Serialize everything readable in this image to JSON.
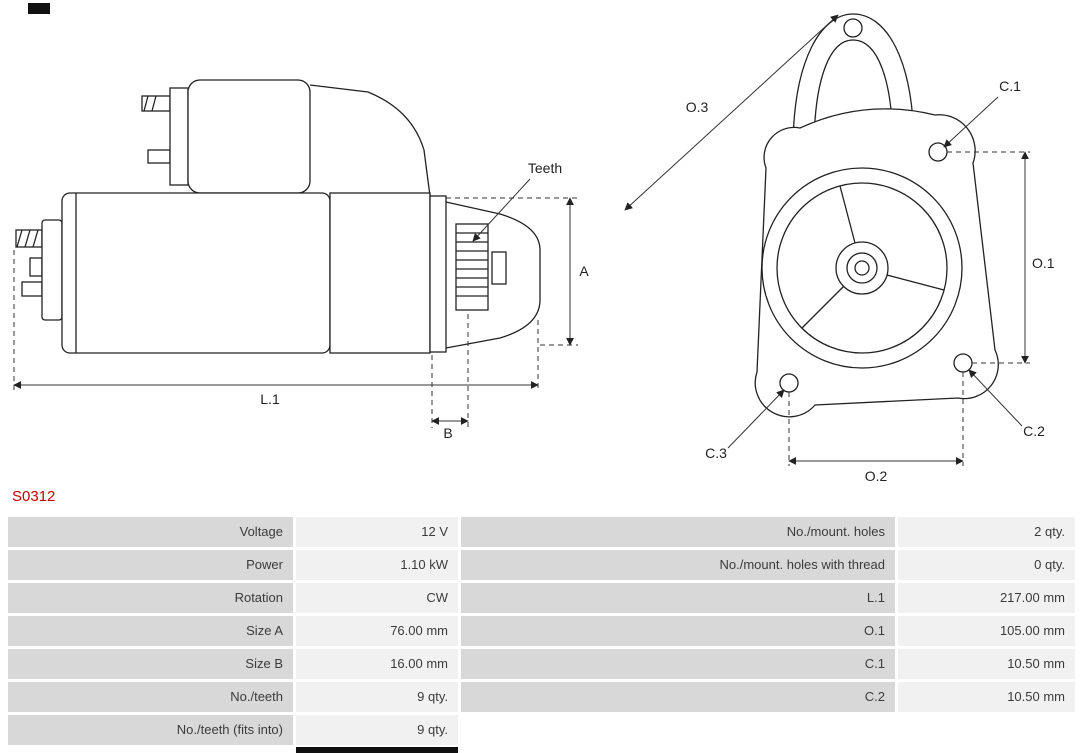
{
  "header": {
    "part_number": "S0312"
  },
  "diagram": {
    "side_view_labels": {
      "teeth": "Teeth",
      "a": "A",
      "b": "B",
      "l1": "L.1"
    },
    "front_view_labels": {
      "o1": "O.1",
      "o2": "O.2",
      "o3": "O.3",
      "c1": "C.1",
      "c2": "C.2",
      "c3": "C.3"
    }
  },
  "table": {
    "rows": [
      {
        "left_label": "Voltage",
        "left_value": "12 V",
        "right_label": "No./mount. holes",
        "right_value": "2 qty."
      },
      {
        "left_label": "Power",
        "left_value": "1.10 kW",
        "right_label": "No./mount. holes with thread",
        "right_value": "0 qty."
      },
      {
        "left_label": "Rotation",
        "left_value": "CW",
        "right_label": "L.1",
        "right_value": "217.00 mm"
      },
      {
        "left_label": "Size A",
        "left_value": "76.00 mm",
        "right_label": "O.1",
        "right_value": "105.00 mm"
      },
      {
        "left_label": "Size B",
        "left_value": "16.00 mm",
        "right_label": "C.1",
        "right_value": "10.50 mm"
      },
      {
        "left_label": "No./teeth",
        "left_value": "9 qty.",
        "right_label": "C.2",
        "right_value": "10.50 mm"
      },
      {
        "left_label": "No./teeth (fits into)",
        "left_value": "9 qty.",
        "right_label": "",
        "right_value": ""
      }
    ]
  },
  "colors": {
    "part_number": "#c80000",
    "label_cell": "#d8d8d8",
    "value_cell": "#f1f1f1",
    "line": "#1f1f1f"
  }
}
